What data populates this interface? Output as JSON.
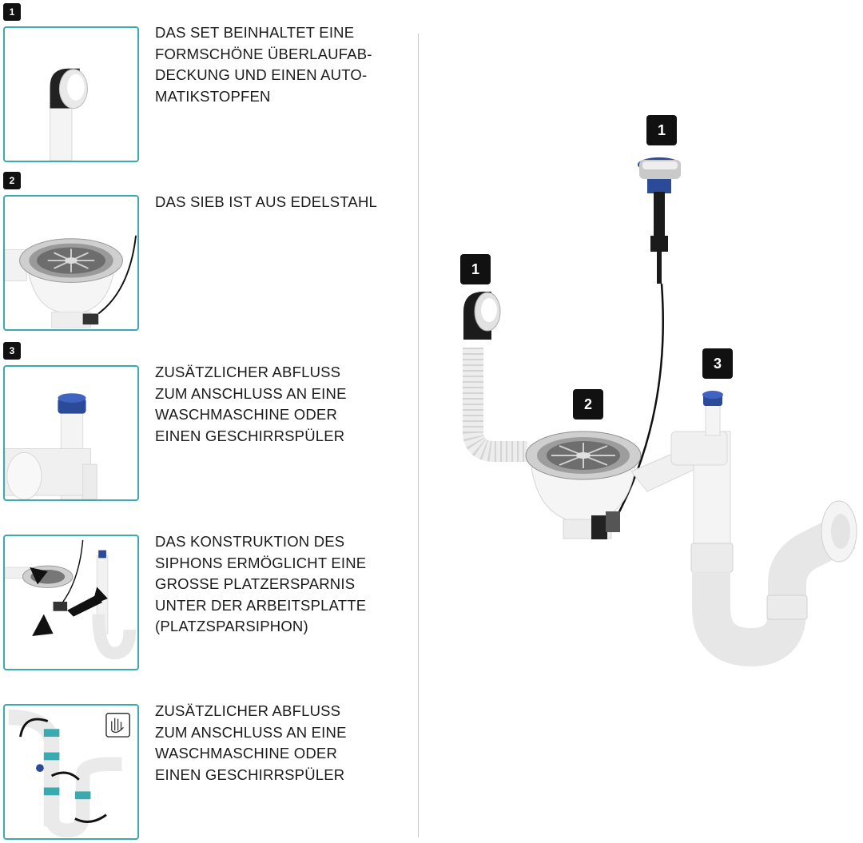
{
  "features": [
    {
      "number": "1",
      "icon": "overflow-cover-icon",
      "text": "DAS SET BEINHALTET EINE\nFORMSCHÖNE ÜBERLAUFAB-\nDECKUNG UND EINEN AUTO-\nMATIKSTOPFEN"
    },
    {
      "number": "2",
      "icon": "strainer-icon",
      "text": "DAS SIEB IST AUS EDELSTAHL"
    },
    {
      "number": "3",
      "icon": "extra-drain-icon",
      "text": "ZUSÄTZLICHER ABFLUSS\nZUM  ANSCHLUSS AN EINE\nWASCHMASCHINE ODER\nEINEN GESCHIRRSPÜLER"
    },
    {
      "number": "",
      "icon": "space-saving-siphon-icon",
      "text": "DAS KONSTRUKTION DES\nSIPHONS ERMÖGLICHT EINE\nGROSSE PLATZERSPARNIS\nUNTER DER ARBEITSPLATTE\n(PLATZSPARSIPHON)"
    },
    {
      "number": "",
      "icon": "hand-assembly-icon",
      "text": "ZUSÄTZLICHER ABFLUSS\nZUM  ANSCHLUSS AN EINE\nWASCHMASCHINE ODER\nEINEN GESCHIRRSPÜLER"
    }
  ],
  "diagram_labels": {
    "stopper": "1",
    "overflow": "1",
    "strainer": "2",
    "extra_drain": "3"
  },
  "colors": {
    "frame_accent": "#3aaab0",
    "badge": "#111111",
    "blue_part": "#2b4a9a"
  }
}
